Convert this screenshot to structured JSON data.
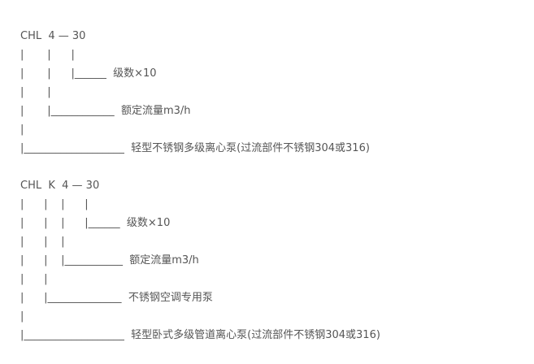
{
  "block1": {
    "lines": [
      "CHL  4 — 30",
      "|       |      |",
      "|       |      |______  级数×10",
      "|       |",
      "|       |____________  额定流量m3/h",
      "|",
      "|___________________  轻型不锈钢多级离心泵(过流部件不锈钢304或316)"
    ]
  },
  "block2": {
    "lines": [
      "CHL  K  4 — 30",
      "|      |    |      |",
      "|      |    |      |______  级数×10",
      "|      |    |",
      "|      |    |___________  额定流量m3/h",
      "|      |",
      "|      |______________  不锈钢空调专用泵",
      "|",
      "|___________________  轻型卧式多级管道离心泵(过流部件不锈钢304或316)"
    ]
  }
}
